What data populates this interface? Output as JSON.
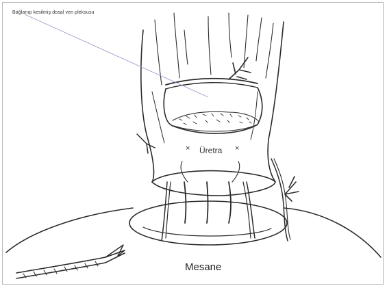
{
  "labels": {
    "top": "Bağlanıp kesilmiş dosal ven pleksusu",
    "uretra": "Üretra",
    "mesane": "Mesane",
    "mark": "×"
  },
  "colors": {
    "ink": "#2a2a2a",
    "leader_line": "#9aa0c8",
    "frame_border": "#b8b8b8"
  }
}
